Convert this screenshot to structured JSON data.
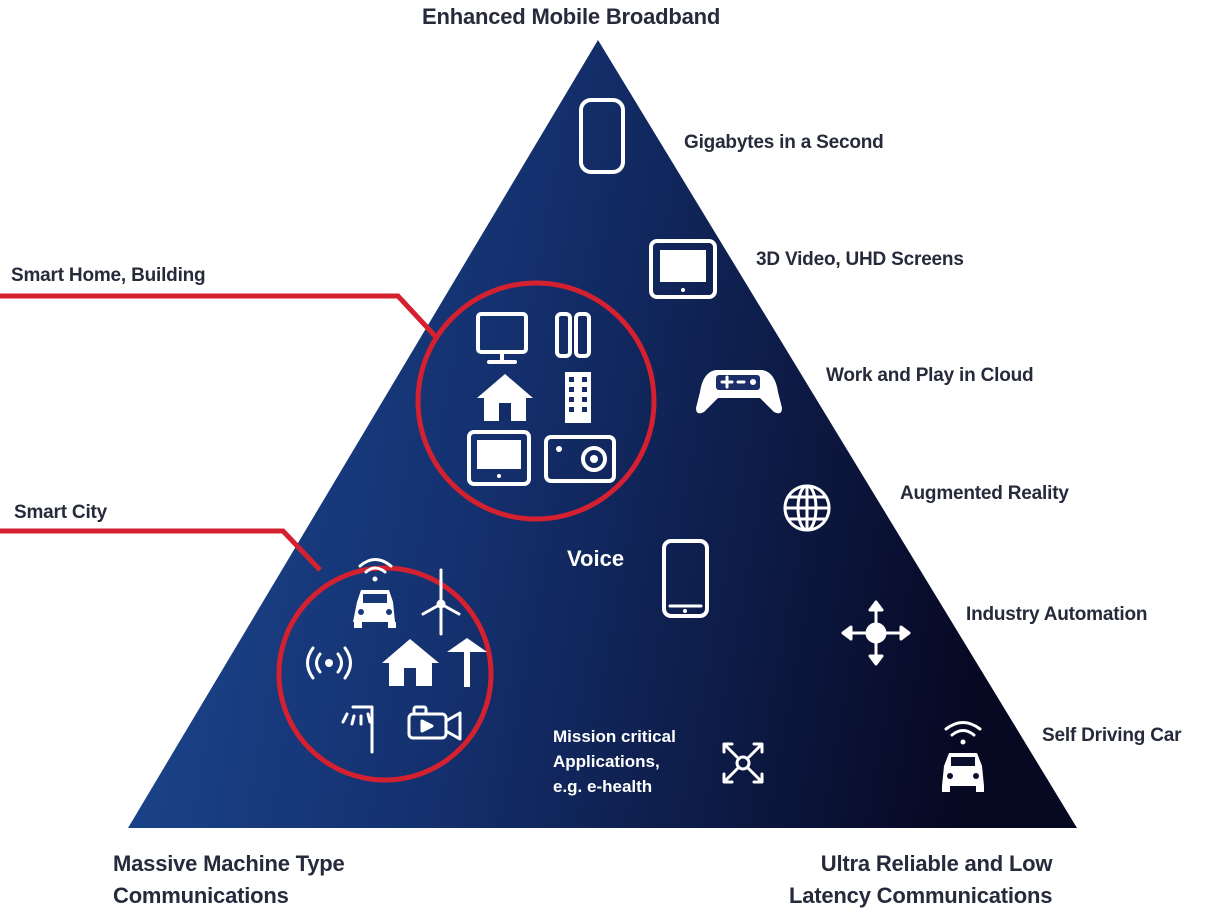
{
  "title": "Enhanced Mobile Broadband",
  "corners": {
    "bottom_left": [
      "Massive Machine Type",
      "Communications"
    ],
    "bottom_right": [
      "Ultra Reliable and Low",
      "Latency Communications"
    ]
  },
  "right_labels": [
    {
      "text": "Gigabytes in a Second",
      "icon": "cylinder-icon"
    },
    {
      "text": "3D Video, UHD Screens",
      "icon": "tablet-icon"
    },
    {
      "text": "Work and Play in Cloud",
      "icon": "gamepad-icon"
    },
    {
      "text": "Augmented Reality",
      "icon": "globe-icon"
    },
    {
      "text": "Industry Automation",
      "icon": "move-arrows-icon"
    },
    {
      "text": "Self Driving Car",
      "icon": "connected-car-icon"
    }
  ],
  "left_callouts": {
    "smart_home": "Smart Home, Building",
    "smart_city": "Smart City"
  },
  "inner_labels": {
    "voice": "Voice",
    "mission": [
      "Mission critical",
      "Applications,",
      "e.g. e-health"
    ]
  },
  "colors": {
    "triangle_light": "#1a3f86",
    "triangle_dark": "#080a26",
    "callout_red": "#d4202f",
    "text": "#262a3b",
    "icon": "#ffffff"
  }
}
